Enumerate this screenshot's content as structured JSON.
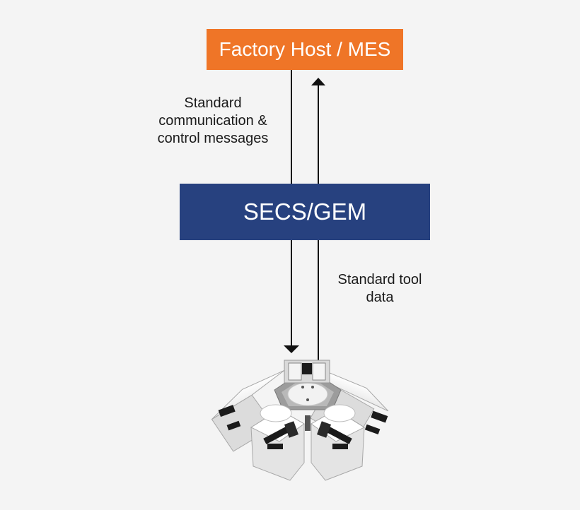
{
  "host": {
    "label": "Factory Host / MES"
  },
  "secs": {
    "label": "SECS/GEM"
  },
  "labels": {
    "communication": "Standard\ncommunication &\ncontrol messages",
    "tool_data": "Standard tool\ndata"
  },
  "colors": {
    "host_box": "#ef7527",
    "secs_box": "#27417f",
    "arrow": "#111111",
    "background": "#f4f4f4"
  },
  "icons": {
    "tool": "semiconductor-cluster-tool-icon"
  }
}
